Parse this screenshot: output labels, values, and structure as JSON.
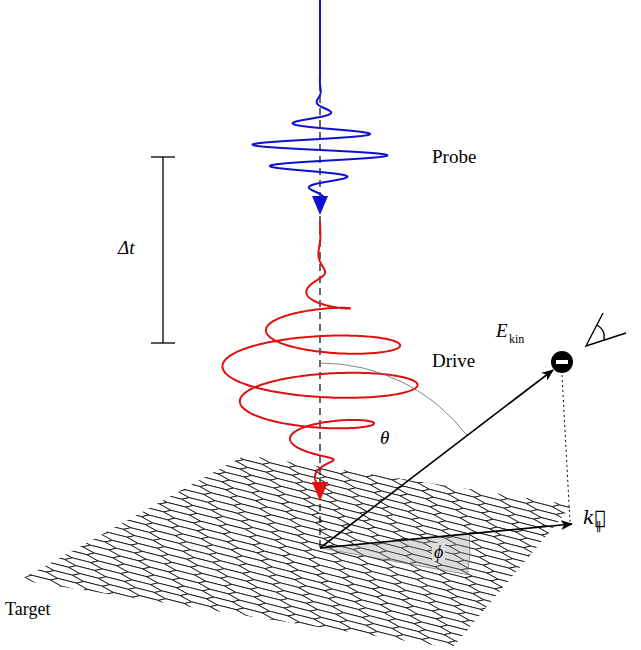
{
  "diagram": {
    "labels": [
      "Probe",
      "Δt",
      "Drive",
      "θ",
      "E",
      "kin",
      "k⃗",
      "∥",
      "ϕ",
      "Target"
    ]
  }
}
